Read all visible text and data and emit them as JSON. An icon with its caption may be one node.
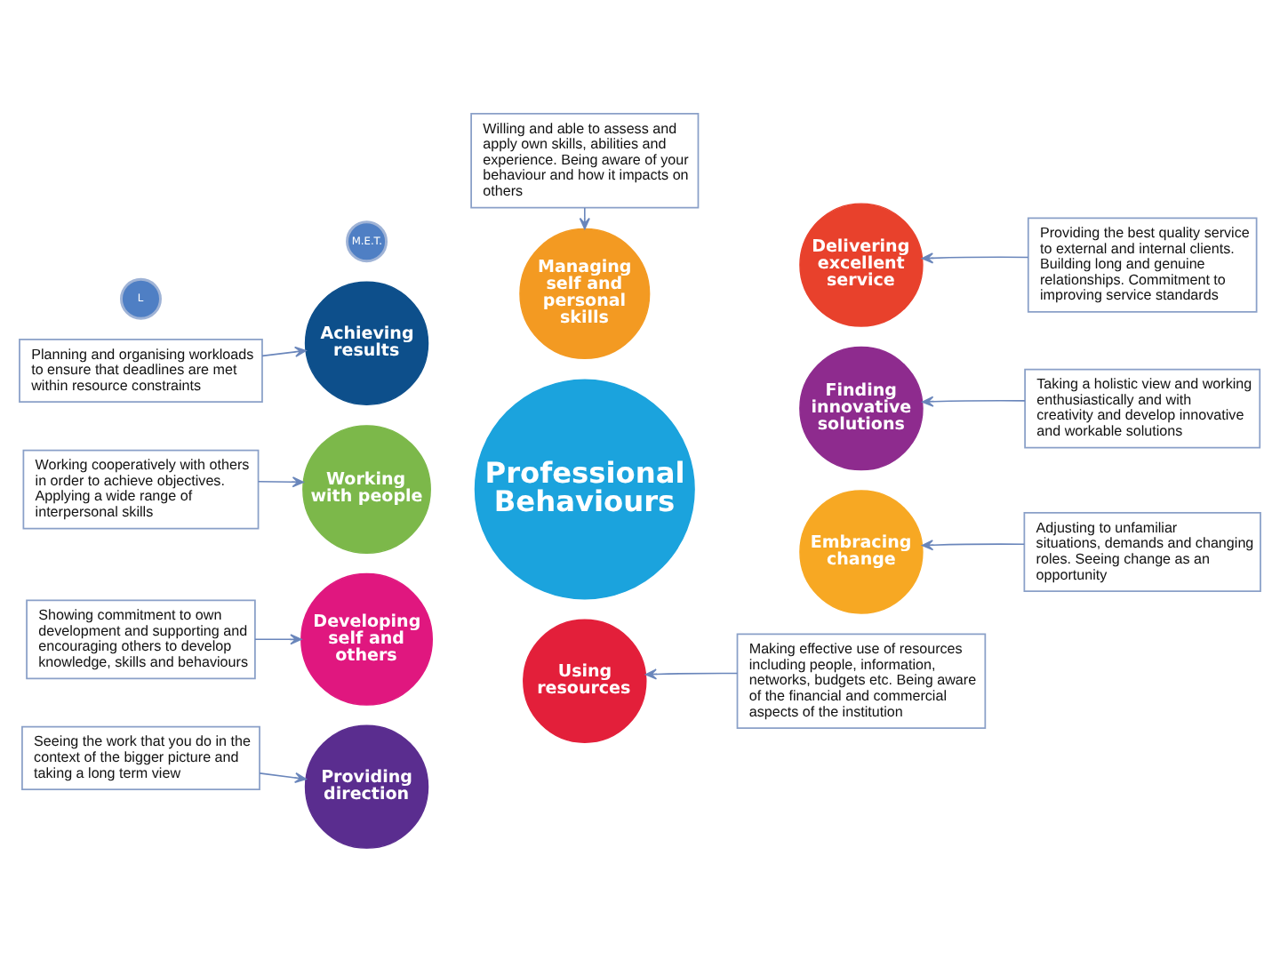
{
  "diagram": {
    "nodes": [
      {
        "text": [
          "L"
        ]
      },
      {
        "text": [
          "M.E.T."
        ]
      },
      {
        "text": [
          "Willing and able to assess and apply own skills, abilities and experience. Being aware of your behaviour and how it impacts on others"
        ]
      },
      {
        "text": [
          "Planning and organising workloads to ensure that deadlines are met within resource constraints"
        ]
      },
      {
        "text": [
          "Managing self and personal skills"
        ]
      },
      {
        "text": [
          "Achieving results"
        ]
      },
      {
        "text": [
          "Providing the best quality service to external and internal clients. Building long and genuine relationships. Commitment to improving service standards"
        ]
      },
      {
        "text": [
          "Delivering excellent service"
        ]
      },
      {
        "text": [
          "Working cooperatively with others in order to achieve objectives. Applying a wide range of interpersonal skills"
        ]
      },
      {
        "text": [
          "Working with people"
        ]
      },
      {
        "text": [
          "Professional Behaviours"
        ]
      },
      {
        "text": [
          "Taking a holistic view and working enthusiastically and with creativity and develop innovative and workable solutions"
        ]
      },
      {
        "text": [
          "Finding innovative solutions"
        ]
      },
      {
        "text": [
          "Developing self and others"
        ]
      },
      {
        "text": [
          "Showing commitment to own development and supporting and encouraging others to develop knowledge, skills and behaviours"
        ]
      },
      {
        "text": [
          "Embracing change"
        ]
      },
      {
        "text": [
          "Adjusting to unfamiliar situations, demands and changing roles. Seeing change as an opportunity"
        ]
      },
      {
        "text": [
          "Providing direction"
        ]
      },
      {
        "text": [
          "Using resources"
        ]
      },
      {
        "text": [
          "Seeing the work that you do in the context of the bigger picture and taking a long term view"
        ]
      },
      {
        "text": [
          "Making effective use of resources including people, information, networks, budgets etc. Being aware of the financial and commercial aspects of the institution"
        ]
      }
    ],
    "edges": [
      {
        "from": 2,
        "to": 4,
        "arrow": "to"
      },
      {
        "from": 3,
        "to": 5,
        "arrow": "to"
      },
      {
        "from": 6,
        "to": 7,
        "arrow": "to"
      },
      {
        "from": 8,
        "to": 9,
        "arrow": "to"
      },
      {
        "from": 11,
        "to": 12,
        "arrow": "to"
      },
      {
        "from": 14,
        "to": 13,
        "arrow": "to"
      },
      {
        "from": 16,
        "to": 15,
        "arrow": "to"
      },
      {
        "from": 19,
        "to": 17,
        "arrow": "to"
      },
      {
        "from": 20,
        "to": 18,
        "arrow": "to"
      }
    ]
  }
}
